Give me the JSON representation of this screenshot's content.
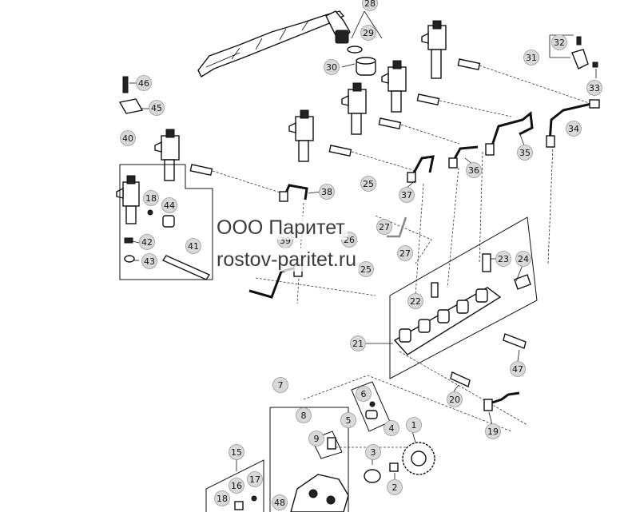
{
  "watermark": {
    "line1": "ООО Паритет",
    "line2": "rostov-paritet.ru"
  },
  "callouts": [
    {
      "id": "c28",
      "label": "28"
    },
    {
      "id": "c29",
      "label": "29"
    },
    {
      "id": "c30",
      "label": "30"
    },
    {
      "id": "c31",
      "label": "31"
    },
    {
      "id": "c32",
      "label": "32"
    },
    {
      "id": "c33",
      "label": "33"
    },
    {
      "id": "c34",
      "label": "34"
    },
    {
      "id": "c35",
      "label": "35"
    },
    {
      "id": "c36",
      "label": "36"
    },
    {
      "id": "c37",
      "label": "37"
    },
    {
      "id": "c38",
      "label": "38"
    },
    {
      "id": "c40",
      "label": "40"
    },
    {
      "id": "c46",
      "label": "46"
    },
    {
      "id": "c45",
      "label": "45"
    },
    {
      "id": "c18a",
      "label": "18"
    },
    {
      "id": "c44",
      "label": "44"
    },
    {
      "id": "c42",
      "label": "42"
    },
    {
      "id": "c43",
      "label": "43"
    },
    {
      "id": "c41",
      "label": "41"
    },
    {
      "id": "c39",
      "label": "39"
    },
    {
      "id": "c25a",
      "label": "25"
    },
    {
      "id": "c26",
      "label": "26"
    },
    {
      "id": "c27a",
      "label": "27"
    },
    {
      "id": "c27b",
      "label": "27"
    },
    {
      "id": "c25b",
      "label": "25"
    },
    {
      "id": "c22",
      "label": "22"
    },
    {
      "id": "c23",
      "label": "23"
    },
    {
      "id": "c24",
      "label": "24"
    },
    {
      "id": "c21",
      "label": "21"
    },
    {
      "id": "c47",
      "label": "47"
    },
    {
      "id": "c20",
      "label": "20"
    },
    {
      "id": "c19",
      "label": "19"
    },
    {
      "id": "c7",
      "label": "7"
    },
    {
      "id": "c6",
      "label": "6"
    },
    {
      "id": "c5",
      "label": "5"
    },
    {
      "id": "c4",
      "label": "4"
    },
    {
      "id": "c8",
      "label": "8"
    },
    {
      "id": "c9",
      "label": "9"
    },
    {
      "id": "c1",
      "label": "1"
    },
    {
      "id": "c3",
      "label": "3"
    },
    {
      "id": "c2",
      "label": "2"
    },
    {
      "id": "c15",
      "label": "15"
    },
    {
      "id": "c16",
      "label": "16"
    },
    {
      "id": "c17",
      "label": "17"
    },
    {
      "id": "c18b",
      "label": "18"
    },
    {
      "id": "c48",
      "label": "48"
    }
  ]
}
